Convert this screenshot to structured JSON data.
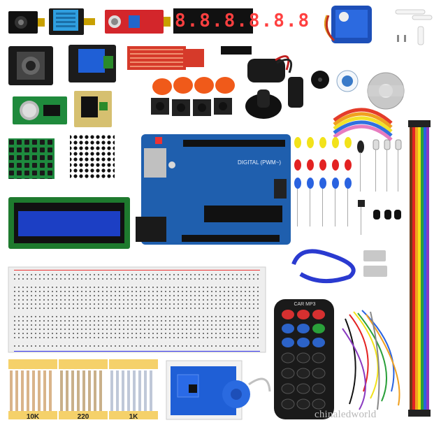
{
  "display": {
    "digits": "8.8.8.8.8.8"
  },
  "board": {
    "label": "DIGITAL (PWM~)"
  },
  "remote": {
    "brand": "CAR MP3"
  },
  "resistors": {
    "labels": [
      "10K",
      "220",
      "1K"
    ]
  },
  "watermark": {
    "text": "chinaledworld"
  },
  "colors": {
    "pcb_blue": "#1f5fae",
    "pcb_green": "#2c8a3e",
    "led_yellow": "#f2e21a",
    "led_red": "#e32222",
    "led_blue": "#2a63e0",
    "button_orange": "#f05a1a",
    "breadboard": "#eeeeee"
  }
}
